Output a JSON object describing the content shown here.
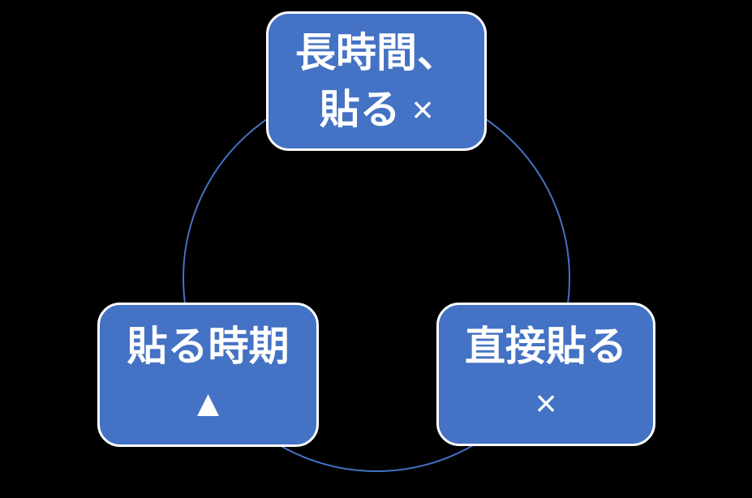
{
  "background_color": "#000000",
  "diagram": {
    "type": "cycle",
    "shape_fill_color": "#4472C4",
    "shape_border_color": "#FFFFFF",
    "circle_line_color": "#4472C4",
    "text_color": "#FFFFFF",
    "nodes": [
      {
        "position": "top",
        "line1": "長時間、",
        "line2": "貼る",
        "mark": "×"
      },
      {
        "position": "bottom-left",
        "line1": "貼る時期",
        "line2": "",
        "mark": "▲"
      },
      {
        "position": "bottom-right",
        "line1": "直接貼る",
        "line2": "",
        "mark": "×"
      }
    ]
  }
}
